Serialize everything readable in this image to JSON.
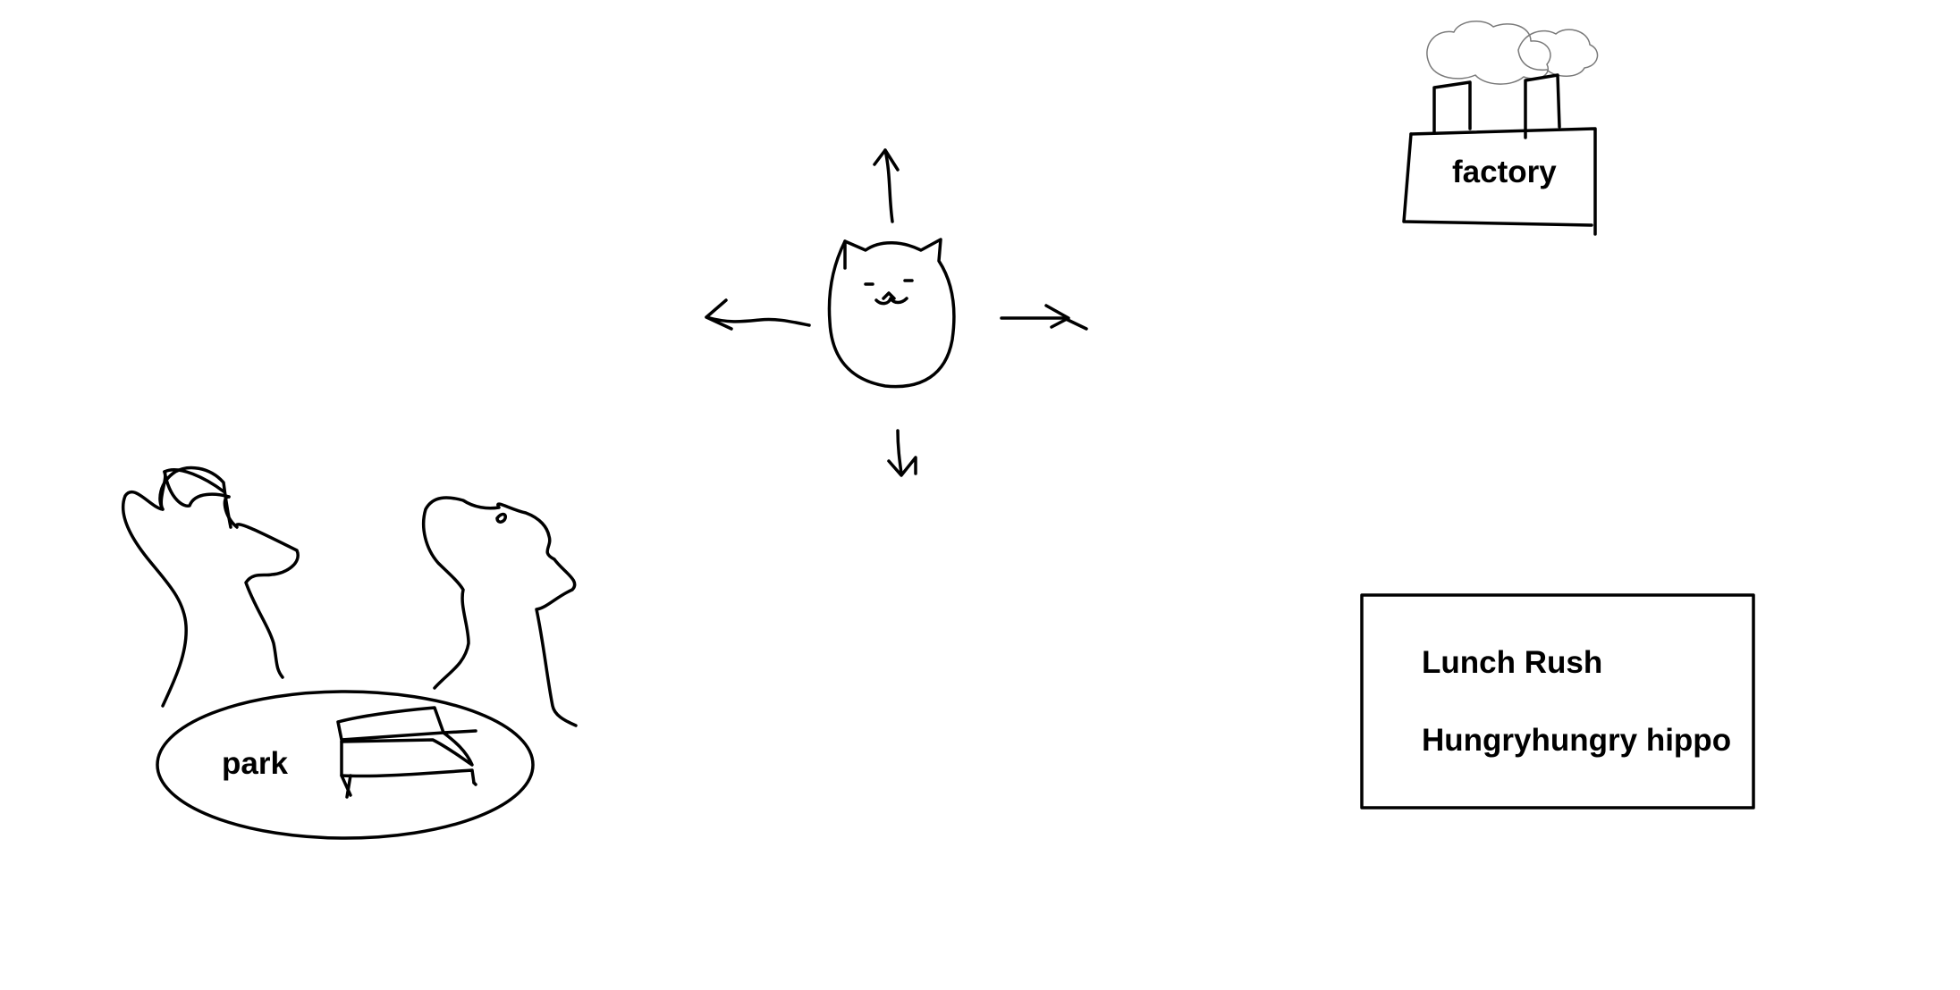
{
  "locations": {
    "factory_label": "factory",
    "park_label": "park"
  },
  "info_panel": {
    "lines": [
      "Lunch Rush",
      "Hungryhungry hippo"
    ]
  },
  "controls": {
    "directions": [
      "up",
      "down",
      "left",
      "right"
    ]
  },
  "icons": [
    "cat-player",
    "factory",
    "smoke-cloud",
    "tree",
    "park",
    "bench",
    "arrow"
  ],
  "colors": {
    "background": "#ffffff",
    "ink": "#000000",
    "smoke": "#7a7a7a"
  }
}
